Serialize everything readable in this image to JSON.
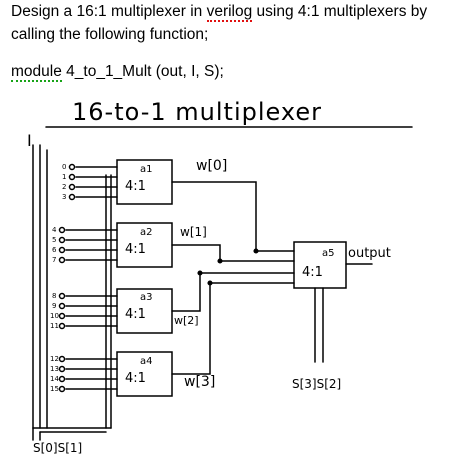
{
  "question": {
    "line1_prefix": "Design a 16:1 multiplexer in ",
    "line1_word": "verilog",
    "line1_suffix": " using 4:1 multiplexers by",
    "line2": "calling the following function;",
    "line3_word": "module",
    "line3_suffix": " 4_to_1_Mult (out, I, S);"
  },
  "diagram": {
    "title": "16-to-1 multiplexer",
    "input_bus": "I",
    "select_low_label": "S[0]S[1]",
    "select_high_label": "S[3]S[2]",
    "output_label": "output",
    "mux_blocks": [
      {
        "name": "a1",
        "ratio": "4:1",
        "out": "w[0]",
        "inputs": [
          "0",
          "1",
          "2",
          "3"
        ]
      },
      {
        "name": "a2",
        "ratio": "4:1",
        "out": "w[1]",
        "inputs": [
          "4",
          "5",
          "6",
          "7"
        ]
      },
      {
        "name": "a3",
        "ratio": "4:1",
        "out": "w[2]",
        "inputs": [
          "8",
          "9",
          "10",
          "11"
        ]
      },
      {
        "name": "a4",
        "ratio": "4:1",
        "out": "w[3]",
        "inputs": [
          "12",
          "13",
          "14",
          "15"
        ]
      },
      {
        "name": "a5",
        "ratio": "4:1"
      }
    ]
  }
}
